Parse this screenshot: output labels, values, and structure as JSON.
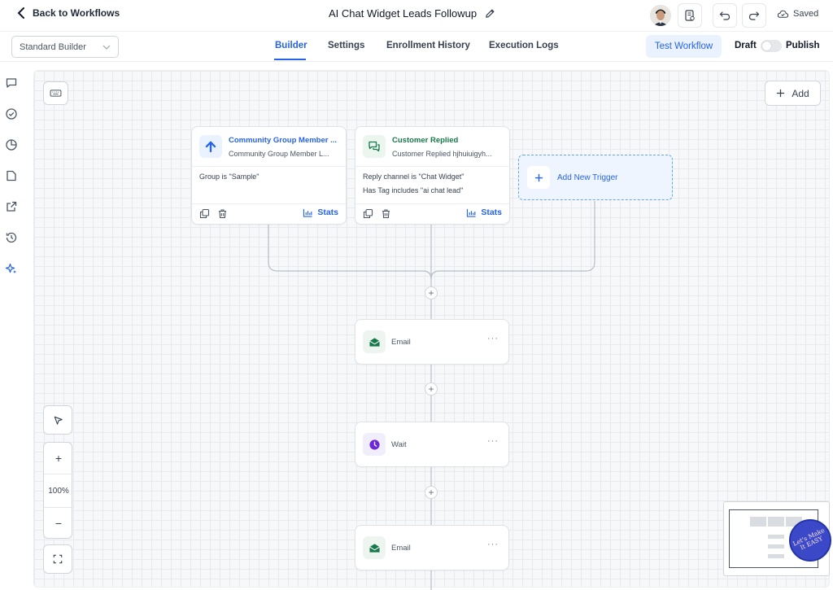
{
  "header": {
    "back_label": "Back to Workflows",
    "workflow_title": "AI Chat Widget Leads Followup",
    "saved_label": "Saved"
  },
  "subbar": {
    "builder_mode": "Standard Builder",
    "tabs": [
      {
        "label": "Builder",
        "active": true
      },
      {
        "label": "Settings",
        "active": false
      },
      {
        "label": "Enrollment History",
        "active": false
      },
      {
        "label": "Execution Logs",
        "active": false
      }
    ],
    "test_button": "Test Workflow",
    "draft_label": "Draft",
    "publish_label": "Publish",
    "publish_enabled": false
  },
  "left_rail": {
    "icons": [
      "chat-icon",
      "check-circle-icon",
      "pie-chart-icon",
      "document-icon",
      "external-link-icon",
      "history-icon",
      "sparkle-icon"
    ]
  },
  "canvas": {
    "add_button": "Add",
    "triggers": [
      {
        "name": "Community Group Member ...",
        "subtitle": "Community Group Member L...",
        "conditions": [
          "Group is \"Sample\""
        ],
        "stats_label": "Stats",
        "icon": "arrow-up-icon"
      },
      {
        "name": "Customer Replied",
        "subtitle": "Customer Replied hjhuiuigyh...",
        "conditions": [
          "Reply channel is \"Chat Widget\"",
          "Has Tag includes \"ai chat lead\""
        ],
        "stats_label": "Stats",
        "icon": "chat-bubbles-icon"
      }
    ],
    "new_trigger_label": "Add New Trigger",
    "actions": [
      {
        "label": "Email",
        "icon": "envelope-icon"
      },
      {
        "label": "Wait",
        "icon": "clock-icon"
      },
      {
        "label": "Email",
        "icon": "envelope-icon"
      }
    ],
    "zoom_level": "100%",
    "badge_text": "Let's Make It EASY"
  },
  "colors": {
    "accent": "#2563eb",
    "email_icon": "#16794a",
    "wait_icon": "#6d28d9"
  }
}
